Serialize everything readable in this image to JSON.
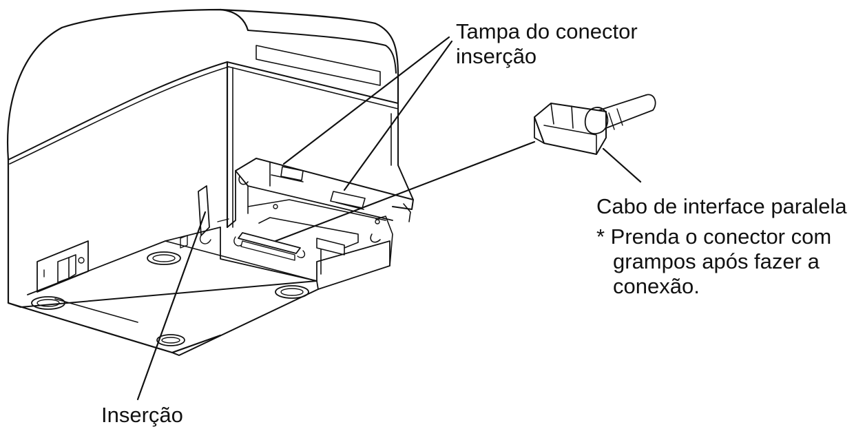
{
  "labels": {
    "connector_cover": [
      "Tampa do conector",
      "inserção"
    ],
    "cable": "Cabo de interface paralela",
    "note": [
      "* Prenda o conector com",
      "grampos após fazer a",
      "conexão."
    ],
    "insertion": "Inserção"
  },
  "icons": [
    "printer-illustration",
    "power-switch-icon",
    "parallel-cable-illustration"
  ],
  "colors": {
    "line": "#111111",
    "background": "#ffffff"
  }
}
